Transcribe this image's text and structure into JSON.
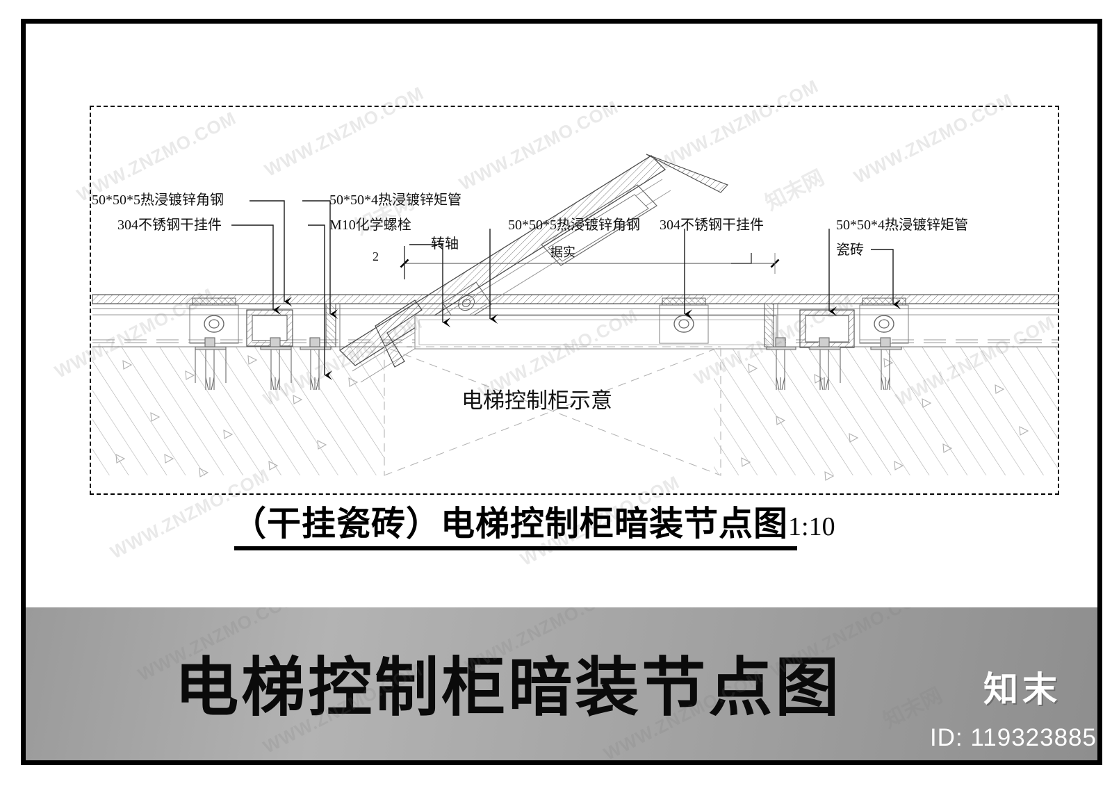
{
  "document": {
    "banner_title": "电梯控制柜暗装节点图",
    "brand": "知末",
    "id_label": "ID: 119323885",
    "section_title_main": "（干挂瓷砖）电梯控制柜暗装节点图",
    "section_title_scale": "1:10"
  },
  "annotations": {
    "left_angle_steel": "50*50*5热浸镀锌角钢",
    "left_hanger": "304不锈钢干挂件",
    "rect_tube_top": "50*50*4热浸镀锌矩管",
    "chem_bolt": "M10化学螺栓",
    "pivot": "转轴",
    "dim_mark_2": "2",
    "dim_value": "据实",
    "mid_angle_steel": "50*50*5热浸镀锌角钢",
    "mid_hanger": "304不锈钢干挂件",
    "right_rect_tube": "50*50*4热浸镀锌矩管",
    "tile": "瓷砖",
    "cabinet_note": "电梯控制柜示意"
  },
  "watermarks": {
    "url": "WWW.ZNZMO.COM",
    "brand_mark": "知末网"
  },
  "colors": {
    "ink": "#111111",
    "line": "#555555",
    "hatch": "#8a8a8a",
    "banner_from": "#9a9a9a",
    "banner_to": "#8e8e8e",
    "frame": "#000000"
  }
}
